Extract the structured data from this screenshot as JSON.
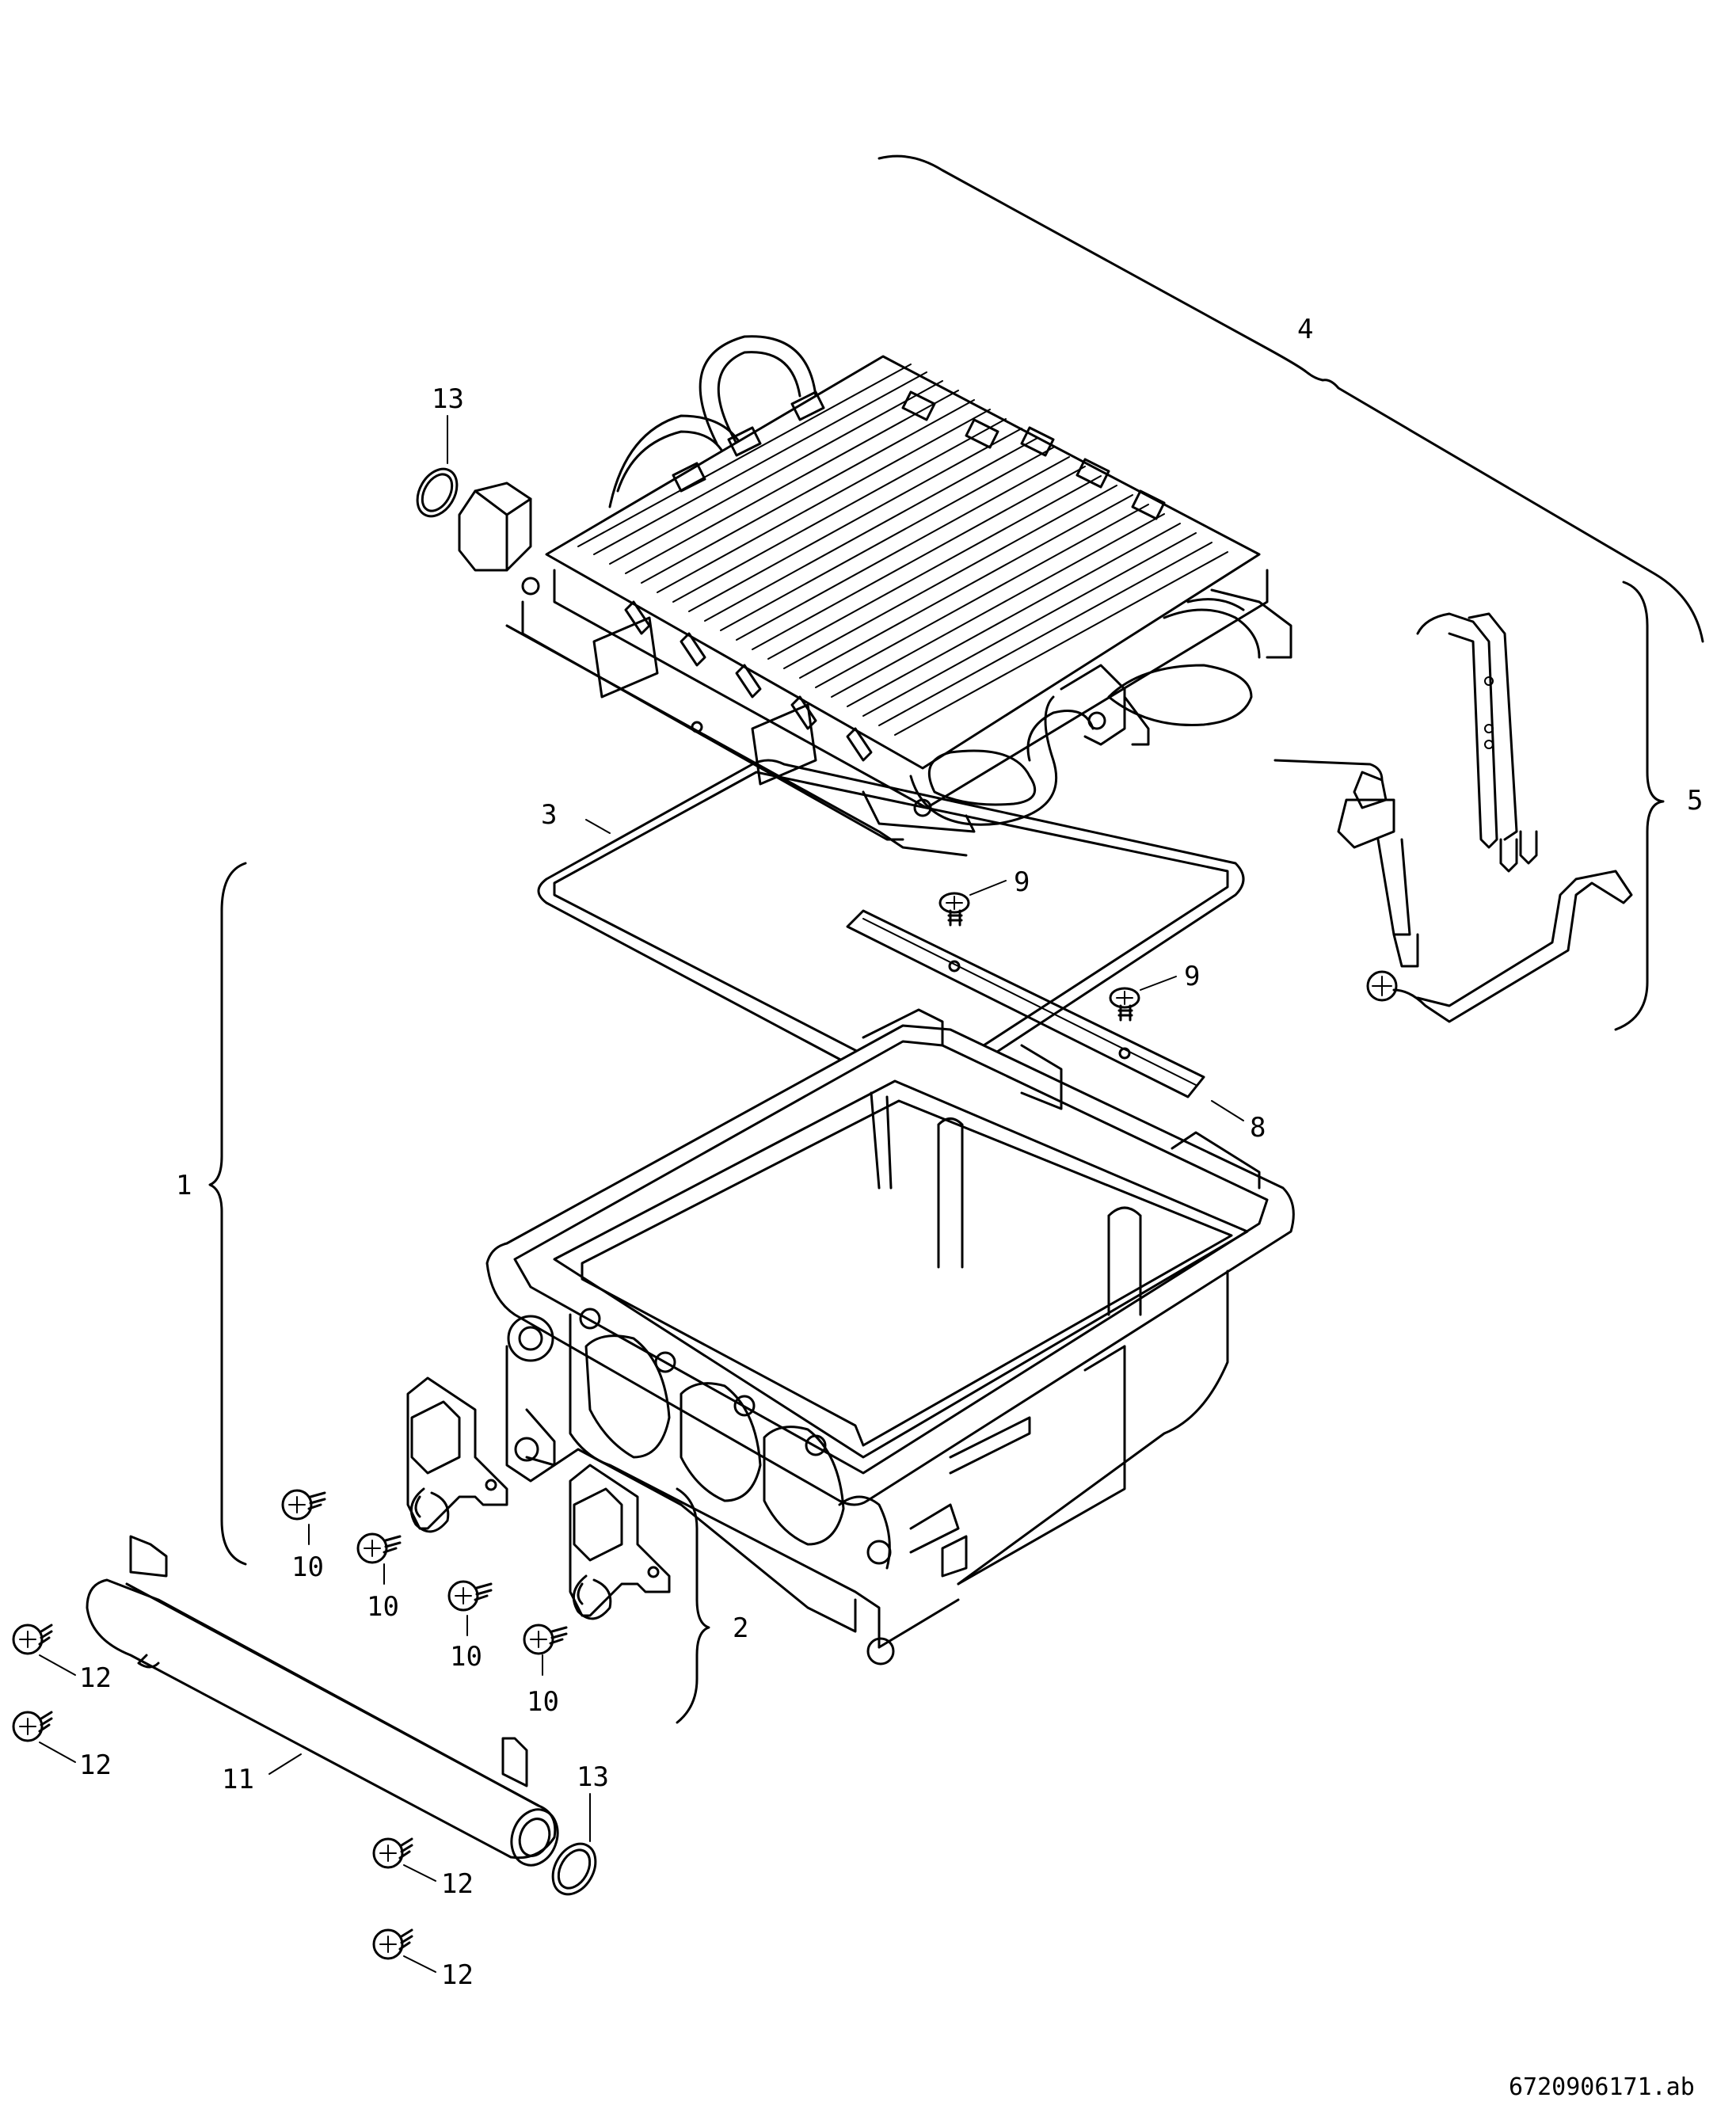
{
  "labels": {
    "l1": "1",
    "l2": "2",
    "l3": "3",
    "l4": "4",
    "l5": "5",
    "l8": "8",
    "l9a": "9",
    "l9b": "9",
    "l10a": "10",
    "l10b": "10",
    "l10c": "10",
    "l10d": "10",
    "l11": "11",
    "l12a": "12",
    "l12b": "12",
    "l12c": "12",
    "l12d": "12",
    "l13a": "13",
    "l13b": "13"
  },
  "drawing_code": "6720906171.ab"
}
